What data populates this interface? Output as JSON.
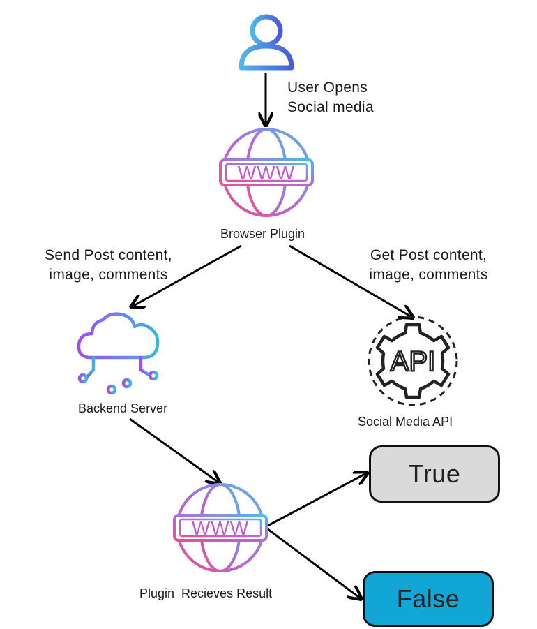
{
  "nodes": {
    "user": {
      "label": "User Opens\nSocial media",
      "icon": "user-icon"
    },
    "browser_plugin": {
      "label": "Browser Plugin",
      "icon": "www-globe-icon",
      "globe_text": "WWW"
    },
    "backend_server": {
      "label": "Backend Server",
      "icon": "cloud-network-icon"
    },
    "social_media_api": {
      "label": "Social Media API",
      "icon": "api-gear-icon",
      "gear_text": "API"
    },
    "plugin_result": {
      "label": "Plugin  Recieves Result",
      "icon": "www-globe-icon",
      "globe_text": "WWW"
    },
    "result_true": {
      "label": "True",
      "color": "#dadada"
    },
    "result_false": {
      "label": "False",
      "color": "#12a6d6"
    }
  },
  "edges": {
    "send_post": {
      "label": "Send Post content,\nimage, comments"
    },
    "get_post": {
      "label": "Get Post content,\nimage, comments"
    }
  },
  "colors": {
    "gradient_start": "#ec4f8d",
    "gradient_mid": "#b06ad8",
    "gradient_end": "#4fb8ef",
    "user_gradient_start": "#4fb5ee",
    "user_gradient_end": "#4a5bd9",
    "cloud_start": "#a24bf2",
    "cloud_end": "#3ab6e4",
    "arrow": "#000000"
  }
}
